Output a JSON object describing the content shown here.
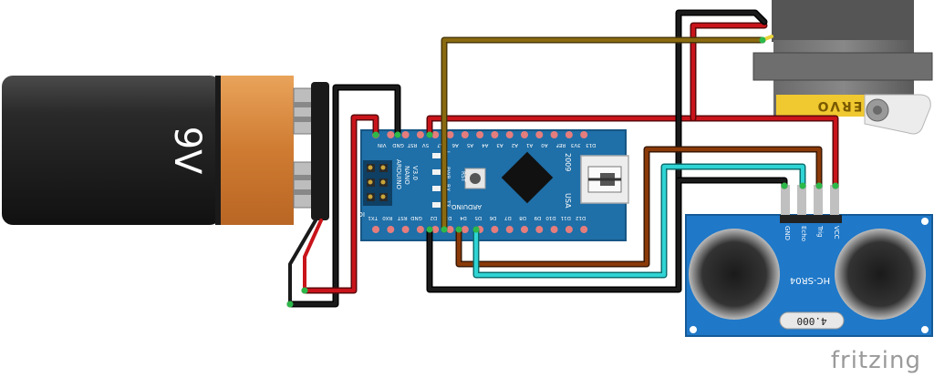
{
  "battery": {
    "voltage_label": "9V"
  },
  "arduino": {
    "board_lines": [
      "ARDUINO",
      "NANO",
      "V3.0"
    ],
    "year": "2009",
    "usa": "USA",
    "brand": "ARDUINO.",
    "icsp": "ICSP",
    "led_labels": [
      "L",
      "PWR",
      "RX",
      "TX"
    ],
    "rst_button_label": "RST",
    "top_pins": [
      "VIN",
      "GND",
      "RST",
      "5V",
      "A7",
      "A6",
      "A5",
      "A4",
      "A3",
      "A2",
      "A1",
      "A0",
      "REF",
      "3V3",
      "D13"
    ],
    "bottom_pins": [
      "TX1",
      "RX0",
      "RST",
      "GND",
      "D2",
      "D3",
      "D4",
      "D5",
      "D6",
      "D7",
      "D8",
      "D9",
      "D10",
      "D11",
      "D12"
    ]
  },
  "servo": {
    "label": "SERVO"
  },
  "sensor": {
    "model": "HC-SR04",
    "crystal": "4.000",
    "pins": [
      "GND",
      "Echo",
      "Trig",
      "VCC"
    ]
  },
  "watermark": {
    "text": "fritzing"
  },
  "colors": {
    "wire_red": "#c8141a",
    "wire_black": "#1a1a1a",
    "wire_brown": "#8a3a08",
    "wire_gold": "#8a6a10",
    "wire_cyan": "#2fd4d4",
    "board_blue": "#1f6fa8",
    "sensor_blue": "#1f78c8",
    "battery_orange": "#d4843a",
    "watermark_gray": "#9a9a9a"
  }
}
